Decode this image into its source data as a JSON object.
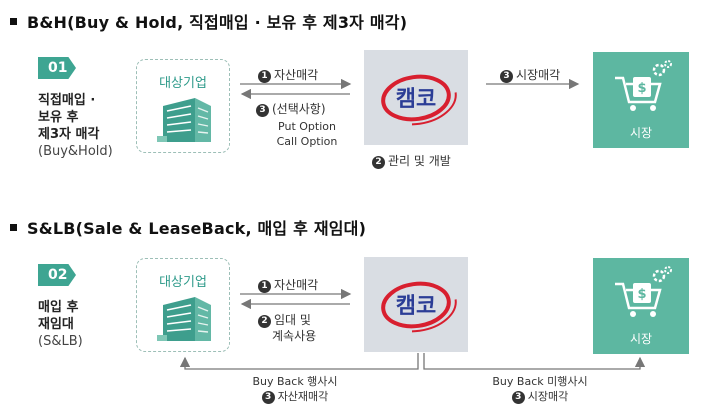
{
  "section1": {
    "title": "B&H(Buy & Hold, 직접매입 · 보유 후 제3자 매각)",
    "number": "01",
    "label_lines": [
      "직접매입 ·",
      "보유 후",
      "제3자 매각",
      "(Buy&Hold)"
    ],
    "target_label": "대상기업",
    "arrow_sell": {
      "num": "1",
      "text": "자산매각"
    },
    "arrow_option": {
      "num": "3",
      "text": "(선택사항)",
      "line2": "Put Option",
      "line3": "Call Option"
    },
    "kamco_logo": "캠코",
    "kamco_caption": {
      "num": "2",
      "text": "관리 및 개발"
    },
    "arrow_market": {
      "num": "3",
      "text": "시장매각"
    },
    "market_label": "시장"
  },
  "section2": {
    "title": "S&LB(Sale & LeaseBack, 매입 후 재임대)",
    "number": "02",
    "label_lines": [
      "매입 후",
      "재임대",
      "(S&LB)"
    ],
    "target_label": "대상기업",
    "arrow_sell": {
      "num": "1",
      "text": "자산매각"
    },
    "arrow_lease": {
      "num": "2",
      "text": "임대 및",
      "line2": "계속사용"
    },
    "kamco_logo": "캠코",
    "market_label": "시장",
    "buyback_left": {
      "line1": "Buy Back 행사시",
      "num": "3",
      "text": "자산재매각"
    },
    "buyback_right": {
      "line1": "Buy Back 미행사시",
      "num": "3",
      "text": "시장매각"
    }
  },
  "colors": {
    "accent": "#3ea592",
    "market": "#5db7a1",
    "kamco_bg": "#d9dde3",
    "kamco_red": "#d81f2f",
    "kamco_blue": "#2b3d96"
  }
}
